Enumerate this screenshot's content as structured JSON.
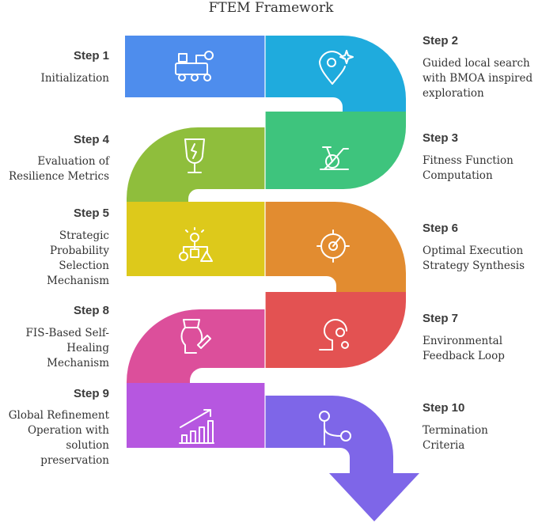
{
  "title": "FTEM Framework",
  "colors": {
    "step1": "#4e8ded",
    "step2": "#1fabdd",
    "step3": "#3ec47d",
    "step4": "#8fbe3c",
    "step5": "#ddc91b",
    "step6": "#e28c30",
    "step7": "#e35252",
    "step8": "#dc4f9b",
    "step9": "#b657e0",
    "step10": "#7e66e8"
  },
  "steps": [
    {
      "label": "Step 1",
      "text": "Initialization",
      "icon": "robot-icon"
    },
    {
      "label": "Step 2",
      "text": "Guided local search with BMOA inspired exploration",
      "icon": "map-pin-icon"
    },
    {
      "label": "Step 3",
      "text": "Fitness Function Computation",
      "icon": "exercise-bike-icon"
    },
    {
      "label": "Step 4",
      "text": "Evaluation of Resilience Metrics",
      "icon": "broken-glass-icon"
    },
    {
      "label": "Step 5",
      "text": "Strategic Probability Selection Mechanism",
      "icon": "shapes-idea-icon"
    },
    {
      "label": "Step 6",
      "text": "Optimal Execution Strategy Synthesis",
      "icon": "target-icon"
    },
    {
      "label": "Step 7",
      "text": "Environmental Feedback Loop",
      "icon": "head-gears-icon"
    },
    {
      "label": "Step 8",
      "text": "FIS-Based Self-Healing Mechanism",
      "icon": "bandaged-body-icon"
    },
    {
      "label": "Step 9",
      "text": "Global Refinement Operation with solution preservation",
      "icon": "growth-chart-icon"
    },
    {
      "label": "Step 10",
      "text": "Termination Criteria",
      "icon": "branch-icon"
    }
  ],
  "lines": {
    "s2": [
      "Guided local search",
      "with BMOA inspired",
      "exploration"
    ],
    "s3": [
      "Fitness Function",
      "Computation"
    ],
    "s4": [
      "Evaluation of",
      "Resilience Metrics"
    ],
    "s5": [
      "Strategic",
      "Probability",
      "Selection",
      "Mechanism"
    ],
    "s6": [
      "Optimal Execution",
      "Strategy Synthesis"
    ],
    "s7": [
      "Environmental",
      "Feedback Loop"
    ],
    "s8": [
      "FIS-Based Self-",
      "Healing",
      "Mechanism"
    ],
    "s9": [
      "Global Refinement",
      "Operation with",
      "solution",
      "preservation"
    ],
    "s10": [
      "Termination",
      "Criteria"
    ]
  }
}
